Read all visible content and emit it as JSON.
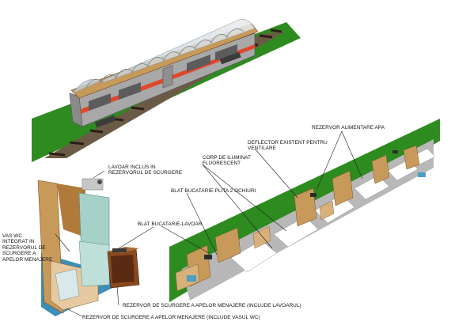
{
  "labels": {
    "lavoar": "LAVOAR INCLUS IN\nREZERVORUL DE SCURGERE",
    "vas_wc": "VAS WC\nINTEGRAT IN\nREZERVORUL DE\nSCURGERE A\nAPELOR MENAJERE",
    "blat_lavoar": "BLAT BUCATARIE-LAVOAR",
    "blat_plita": "BLAT BUCATARIE-PLITA 2 OCHIURI",
    "corp_iluminat": "CORP DE ILUMINAT\nFLUORESCENT",
    "deflector": "DEFLECTOR EXISTENT PENTRU\nVENTILARE",
    "rezervor_apa": "REZERVOR ALIMENTARE APA",
    "rezervor_lavoar": "REZERVOR DE SCURGERE A APELOR MENAJERE (include lavoarul)",
    "rezervor_wc": "REZERVOR DE SCURGERE A APELOR MENAJERE (include vasul wc)"
  },
  "colors": {
    "grass": "#2e8b1f",
    "rail_gray": "#b8b8b8",
    "red_stripe": "#e0472a",
    "wood": "#b07a3a",
    "tank_teal": "#a6d1c8",
    "tank_blue": "#3d8fb8",
    "dark_brown": "#5a2a12"
  }
}
